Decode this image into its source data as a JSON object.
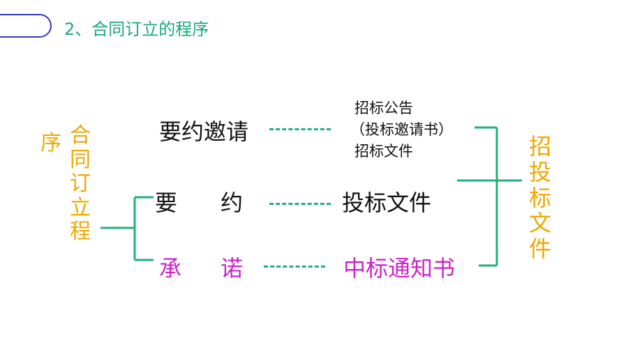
{
  "header": {
    "title": "2、合同订立的程序"
  },
  "left": {
    "char_xu": "序",
    "vertical": [
      "合",
      "同",
      "订",
      "立",
      "程"
    ]
  },
  "rows": [
    {
      "term": "要约邀请",
      "doc_lines": [
        "招标公告",
        "（投标邀请书）",
        "招标文件"
      ]
    },
    {
      "term_a": "要",
      "term_b": "约",
      "doc": "投标文件"
    },
    {
      "term_a": "承",
      "term_b": "诺",
      "doc": "中标通知书"
    }
  ],
  "right": {
    "vertical": [
      "招",
      "投",
      "标",
      "文",
      "件"
    ]
  },
  "colors": {
    "accent_green": "#22b07a",
    "orange": "#f0a800",
    "magenta": "#cc22cc",
    "pill_border": "#3333cc"
  }
}
